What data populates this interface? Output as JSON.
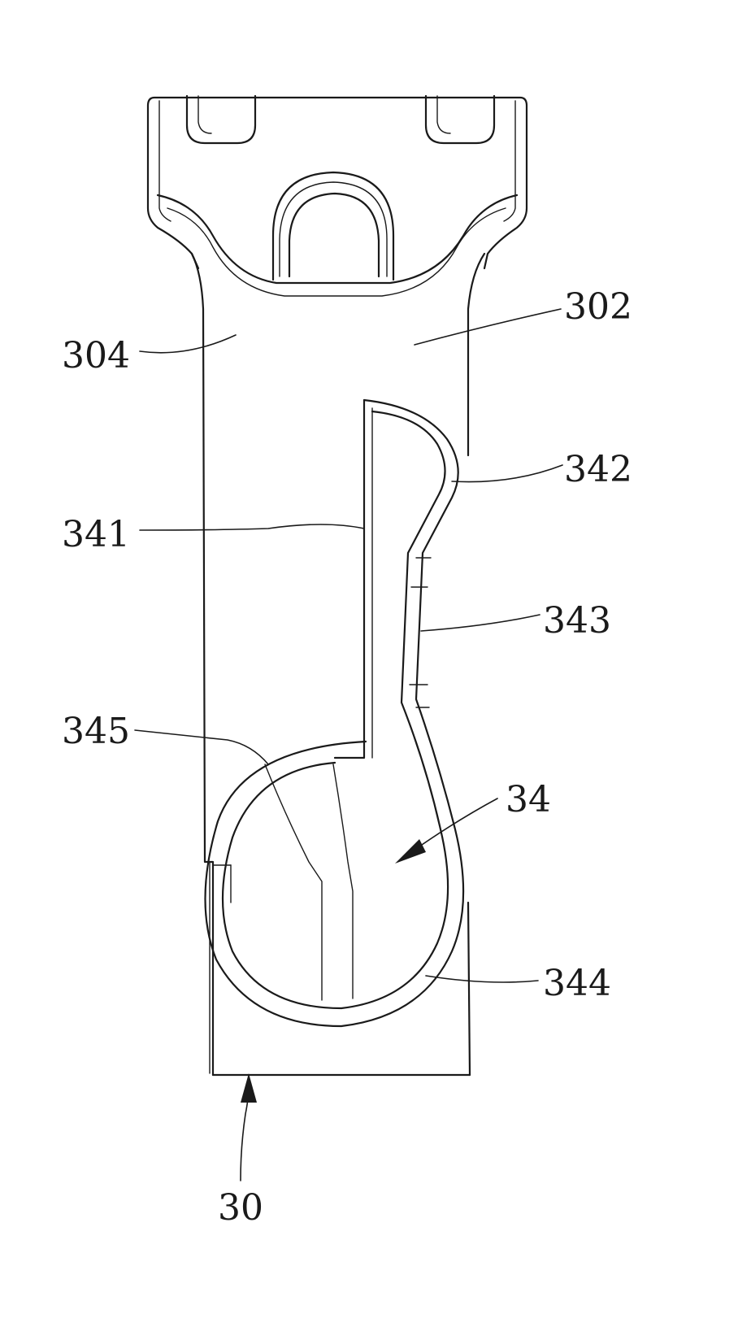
{
  "figure": {
    "labels": {
      "l304": "304",
      "l302": "302",
      "l342": "342",
      "l341": "341",
      "l343": "343",
      "l345": "345",
      "l34": "34",
      "l344": "344",
      "l30": "30"
    }
  }
}
